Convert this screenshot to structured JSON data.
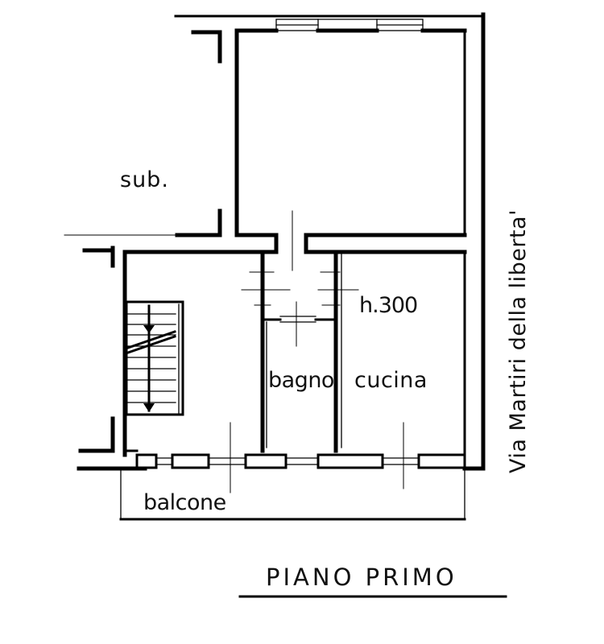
{
  "drawing": {
    "type": "architectural floor plan",
    "title": "PIANO PRIMO",
    "street_label": "Via Martiri della liberta'",
    "rooms": [
      {
        "id": "sub",
        "label": "sub."
      },
      {
        "id": "bagno",
        "label": "bagno"
      },
      {
        "id": "cucina",
        "label": "cucina"
      },
      {
        "id": "balcone",
        "label": "balcone"
      }
    ],
    "ceiling_height": "h.300",
    "colors": {
      "ink": "#000000",
      "paper": "#ffffff"
    }
  }
}
